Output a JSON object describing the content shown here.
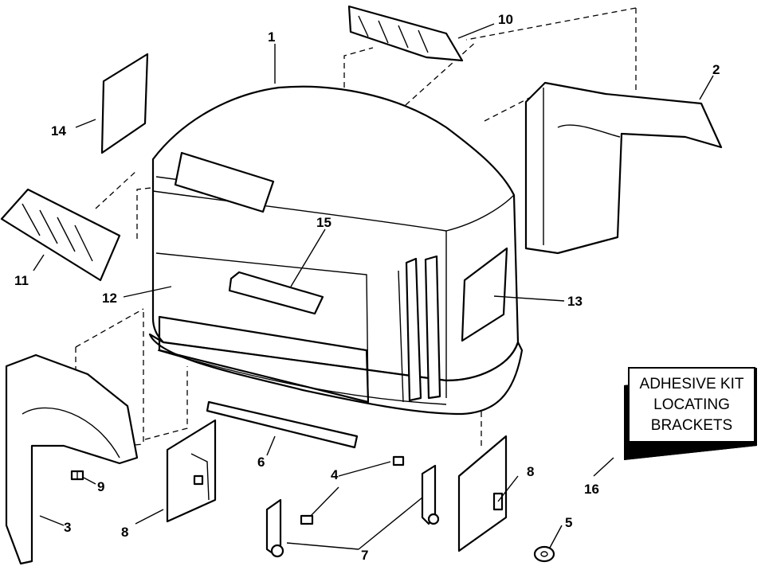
{
  "callouts": {
    "c1": "1",
    "c2": "2",
    "c3": "3",
    "c4": "4",
    "c5": "5",
    "c6": "6",
    "c7": "7",
    "c8a": "8",
    "c8b": "8",
    "c9": "9",
    "c10": "10",
    "c11": "11",
    "c12": "12",
    "c13": "13",
    "c14": "14",
    "c15": "15",
    "c16": "16"
  },
  "kit_box": {
    "line1": "ADHESIVE KIT",
    "line2": "LOCATING",
    "line3": "BRACKETS"
  }
}
